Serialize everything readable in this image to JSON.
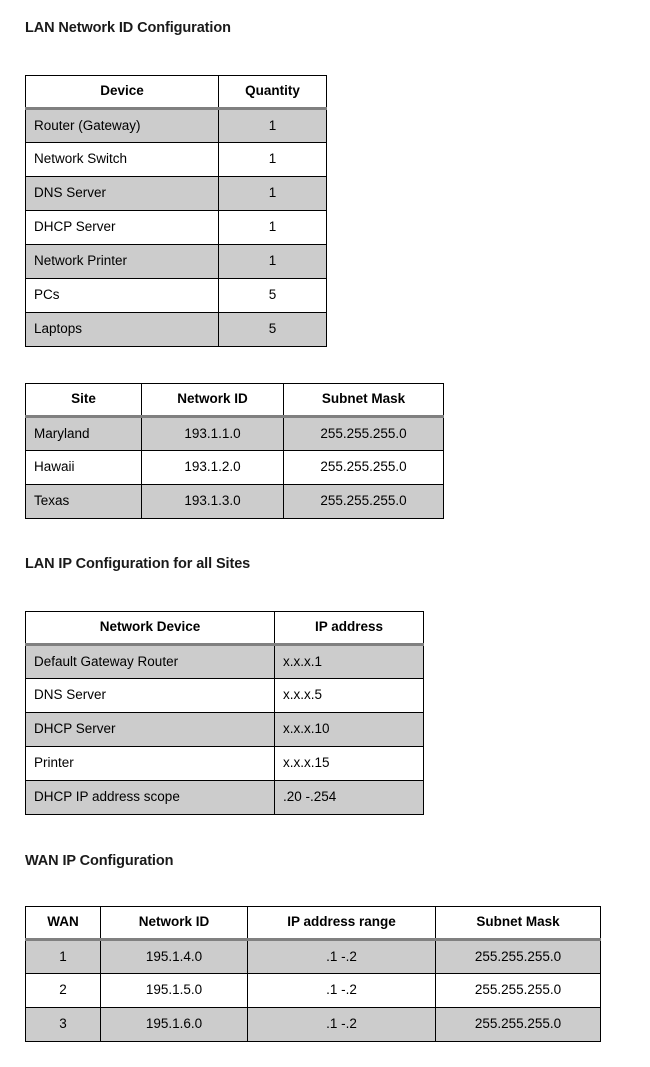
{
  "document": {
    "sections": [
      {
        "id": "lan-network-id-configuration",
        "heading": "LAN Network ID Configuration"
      },
      {
        "id": "lan-ip-configuration",
        "heading": "LAN IP Configuration for all Sites"
      },
      {
        "id": "wan-ip-configuration",
        "heading": "WAN IP Configuration"
      }
    ]
  },
  "device_table": {
    "name": "device-quantity-table",
    "headers": [
      "Device",
      "Quantity"
    ],
    "rows": [
      {
        "device": "Router (Gateway)",
        "quantity": "1"
      },
      {
        "device": "Network Switch",
        "quantity": "1"
      },
      {
        "device": "DNS Server",
        "quantity": "1"
      },
      {
        "device": "DHCP Server",
        "quantity": "1"
      },
      {
        "device": "Network Printer",
        "quantity": "1"
      },
      {
        "device": "PCs",
        "quantity": "5"
      },
      {
        "device": "Laptops",
        "quantity": "5"
      }
    ]
  },
  "site_table": {
    "name": "site-network-id-table",
    "headers": [
      "Site",
      "Network ID",
      "Subnet Mask"
    ],
    "rows": [
      {
        "site": "Maryland",
        "network_id": "193.1.1.0",
        "subnet_mask": "255.255.255.0"
      },
      {
        "site": "Hawaii",
        "network_id": "193.1.2.0",
        "subnet_mask": "255.255.255.0"
      },
      {
        "site": "Texas",
        "network_id": "193.1.3.0",
        "subnet_mask": "255.255.255.0"
      }
    ]
  },
  "lan_ip_table": {
    "name": "lan-ip-configuration-table",
    "headers": [
      "Network Device",
      "IP address"
    ],
    "rows": [
      {
        "device": "Default Gateway Router",
        "ip": "x.x.x.1"
      },
      {
        "device": "DNS Server",
        "ip": "x.x.x.5"
      },
      {
        "device": "DHCP Server",
        "ip": "x.x.x.10"
      },
      {
        "device": "Printer",
        "ip": "x.x.x.15"
      },
      {
        "device": "DHCP IP address scope",
        "ip": ".20 -.254"
      }
    ]
  },
  "wan_table": {
    "name": "wan-ip-configuration-table",
    "headers": [
      "WAN",
      "Network ID",
      "IP address range",
      "Subnet Mask"
    ],
    "rows": [
      {
        "wan": "1",
        "network_id": "195.1.4.0",
        "ip_range": ".1 -.2",
        "subnet_mask": "255.255.255.0"
      },
      {
        "wan": "2",
        "network_id": "195.1.5.0",
        "ip_range": ".1 -.2",
        "subnet_mask": "255.255.255.0"
      },
      {
        "wan": "3",
        "network_id": "195.1.6.0",
        "ip_range": ".1 -.2",
        "subnet_mask": "255.255.255.0"
      }
    ]
  },
  "colors": {
    "shaded_row": "#cccccc",
    "border": "#000000",
    "header_rule": "#808080",
    "text": "#000000",
    "background": "#ffffff"
  }
}
